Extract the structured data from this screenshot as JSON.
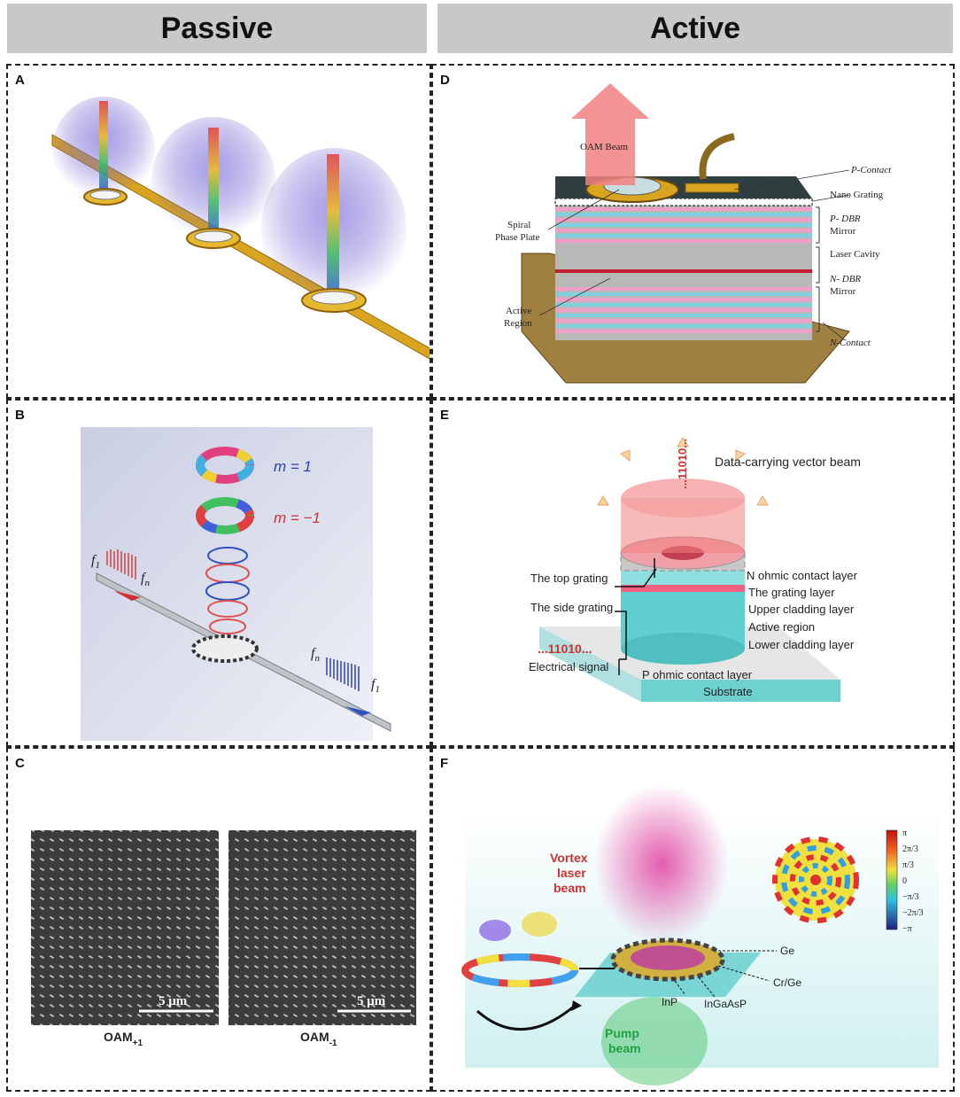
{
  "headers": {
    "passive": "Passive",
    "active": "Active"
  },
  "panels": {
    "A": {
      "label": "A"
    },
    "B": {
      "label": "B",
      "m_pos": "m = 1",
      "m_neg": "m = −1",
      "f1": "f",
      "f1_sub": "1",
      "fn": "f",
      "fn_sub": "n"
    },
    "C": {
      "label": "C",
      "scale_left": "5 μm",
      "scale_right": "5 μm",
      "oam_plus": "OAM",
      "oam_plus_sub": "+1",
      "oam_minus": "OAM",
      "oam_minus_sub": "-1"
    },
    "D": {
      "label": "D",
      "oam_beam": "OAM Beam",
      "p_contact": "P-Contact",
      "nano_grating": "Nano Grating",
      "p_dbr_1": "P- DBR",
      "p_dbr_2": "Mirror",
      "laser_cavity": "Laser Cavity",
      "n_dbr_1": "N- DBR",
      "n_dbr_2": "Mirror",
      "n_contact": "N-Contact",
      "spiral_1": "Spiral",
      "spiral_2": "Phase Plate",
      "active_1": "Active",
      "active_2": "Region"
    },
    "E": {
      "label": "E",
      "title": "Data-carrying vector beam",
      "bits_vertical": "...11010...",
      "bits_horizontal": "...11010...",
      "top_grating": "The top grating",
      "side_grating": "The side grating",
      "electrical_signal": "Electrical signal",
      "n_ohmic": "N ohmic contact layer",
      "grating_layer": "The grating layer",
      "upper_cladding": "Upper cladding layer",
      "active_region": "Active region",
      "lower_cladding": "Lower cladding layer",
      "p_ohmic": "P ohmic contact layer",
      "substrate": "Substrate"
    },
    "F": {
      "label": "F",
      "vortex_1": "Vortex",
      "vortex_2": "laser",
      "vortex_3": "beam",
      "pump_1": "Pump",
      "pump_2": "beam",
      "ge": "Ge",
      "crge": "Cr/Ge",
      "inp": "InP",
      "ingaasp": "InGaAsP",
      "cb_ticks": [
        "π",
        "2π/3",
        "π/3",
        "0",
        "−π/3",
        "−2π/3",
        "−π"
      ]
    }
  },
  "colors": {
    "header_bg": "#c8c8c8",
    "gold": "#d9a520",
    "beam_red": "#f28080",
    "cyan": "#5fcfd0",
    "pink": "#f0a0b8"
  }
}
